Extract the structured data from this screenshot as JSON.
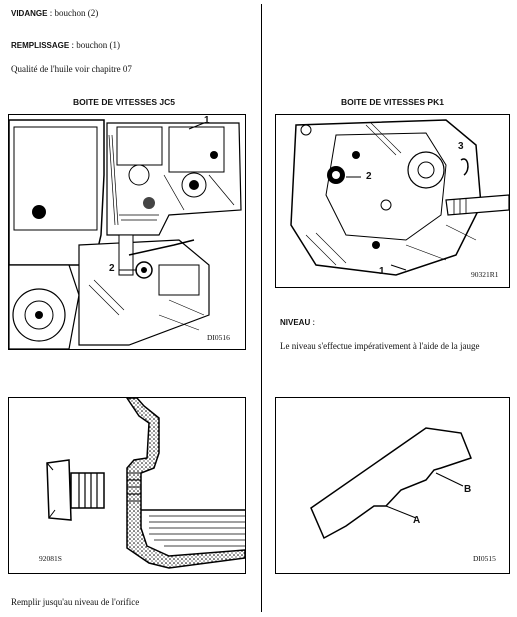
{
  "left": {
    "drain": {
      "label": "VIDANGE",
      "text": " : bouchon (2)"
    },
    "fill": {
      "label": "REMPLISSAGE",
      "text": " : bouchon (1)"
    },
    "oil_quality": "Qualité de l'huile voir chapitre 07",
    "gearbox_jc5": {
      "title": "BOITE DE VITESSES  JC5",
      "code": "DI0516",
      "callout_1": "1",
      "callout_2": "2"
    },
    "plug_figure": {
      "code": "92081S"
    },
    "fill_instruction": "Remplir jusqu'au niveau de l'orifice"
  },
  "right": {
    "gearbox_pk1": {
      "title": "BOITE DE VITESSES PK1",
      "code": "90321R1",
      "callout_1": "1",
      "callout_2": "2",
      "callout_3": "3"
    },
    "level": {
      "label": "NIVEAU",
      "text": " :"
    },
    "level_text": "Le niveau s'effectue impérativement  à l'aide de la jauge",
    "dipstick_figure": {
      "code": "DI0515",
      "callout_a": "A",
      "callout_b": "B"
    }
  }
}
